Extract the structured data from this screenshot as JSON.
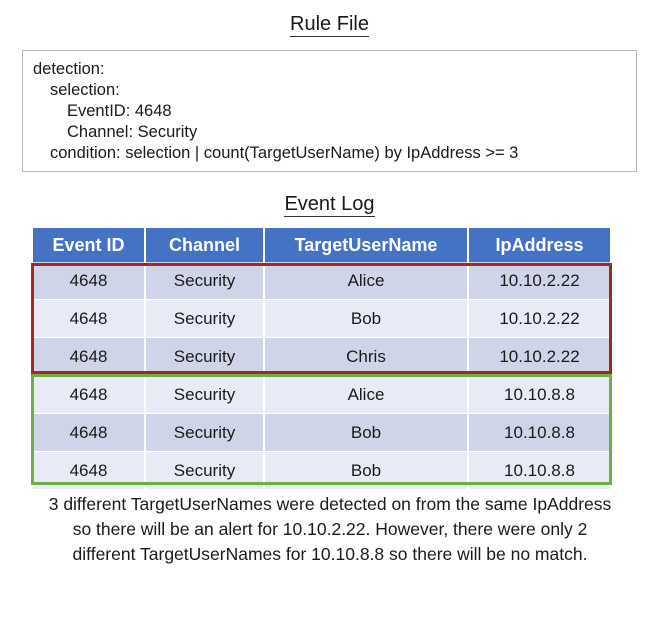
{
  "rule_file": {
    "title": "Rule File",
    "lines": [
      {
        "text": "detection:",
        "indent": 0
      },
      {
        "text": "selection:",
        "indent": 1
      },
      {
        "text": "EventID: 4648",
        "indent": 2
      },
      {
        "text": "Channel: Security",
        "indent": 2
      },
      {
        "text": "condition: selection | count(TargetUserName) by IpAddress >= 3",
        "indent": 1
      }
    ]
  },
  "event_log": {
    "title": "Event Log",
    "columns": [
      "Event ID",
      "Channel",
      "TargetUserName",
      "IpAddress"
    ],
    "rows": [
      [
        "4648",
        "Security",
        "Alice",
        "10.10.2.22"
      ],
      [
        "4648",
        "Security",
        "Bob",
        "10.10.2.22"
      ],
      [
        "4648",
        "Security",
        "Chris",
        "10.10.2.22"
      ],
      [
        "4648",
        "Security",
        "Alice",
        "10.10.8.8"
      ],
      [
        "4648",
        "Security",
        "Bob",
        "10.10.8.8"
      ],
      [
        "4648",
        "Security",
        "Bob",
        "10.10.8.8"
      ]
    ]
  },
  "highlights": {
    "match_group": {
      "label": "match-highlight",
      "color": "#9e2a21",
      "rows": [
        0,
        1,
        2
      ]
    },
    "no_match_group": {
      "label": "no-match-highlight",
      "color": "#70ad47",
      "rows": [
        3,
        4,
        5
      ]
    }
  },
  "caption": {
    "text": "3 different TargetUserNames were detected on from the same IpAddress so there will be an alert for 10.10.2.22. However, there were only 2 different TargetUserNames for 10.10.8.8 so there will be no match."
  },
  "colors": {
    "header_blue": "#4472c4",
    "row_dark": "#d0d4e8",
    "row_light": "#e8ebf5",
    "box_border": "#b9b9b9"
  }
}
